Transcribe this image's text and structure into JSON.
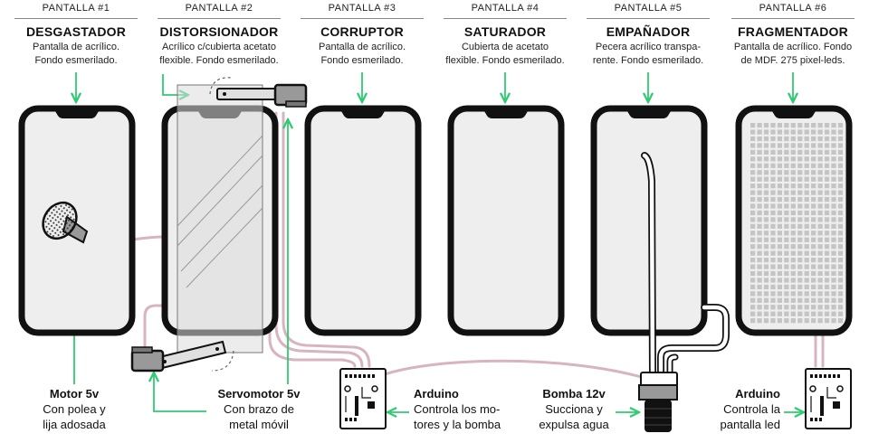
{
  "screens": [
    {
      "number": "PANTALLA #1",
      "name": "DESGASTADOR",
      "desc_1": "Pantalla de acrílico.",
      "desc_2": "Fondo esmerilado."
    },
    {
      "number": "PANTALLA #2",
      "name": "DISTORSIONADOR",
      "desc_1": "Acrílico c/cubierta acetato",
      "desc_2": "flexible. Fondo esmerilado."
    },
    {
      "number": "PANTALLA #3",
      "name": "CORRUPTOR",
      "desc_1": "Pantalla de acrílico.",
      "desc_2": "Fondo esmerilado."
    },
    {
      "number": "PANTALLA #4",
      "name": "SATURADOR",
      "desc_1": "Cubierta de acetato",
      "desc_2": "flexible. Fondo esmerilado."
    },
    {
      "number": "PANTALLA #5",
      "name": "EMPAÑADOR",
      "desc_1": "Pecera acrílico transpa-",
      "desc_2": "rente. Fondo esmerilado."
    },
    {
      "number": "PANTALLA #6",
      "name": "FRAGMENTADOR",
      "desc_1": "Pantalla de acrílico. Fondo",
      "desc_2": "de MDF. 275 pixel-leds."
    }
  ],
  "components": {
    "motor": {
      "title": "Motor 5v",
      "line_1": "Con polea y",
      "line_2": "lija adosada"
    },
    "servo": {
      "title": "Servomotor 5v",
      "line_1": "Con brazo de",
      "line_2": "metal móvil"
    },
    "arduino_1": {
      "title": "Arduino",
      "line_1": "Controla los mo-",
      "line_2": "tores y la bomba"
    },
    "pump": {
      "title": "Bomba 12v",
      "line_1": "Succiona y",
      "line_2": "expulsa agua"
    },
    "arduino_2": {
      "title": "Arduino",
      "line_1": "Controla la",
      "line_2": "pantalla led"
    }
  },
  "colors": {
    "accent_green": "#2ecc71",
    "cable_pink": "#d8b4c0",
    "phone_frame": "#111111",
    "screen_fill": "#eeeeee",
    "device_gray": "#999999",
    "led_square": "#c4c4c4",
    "acetate_sheet": "#dcdcdc"
  }
}
